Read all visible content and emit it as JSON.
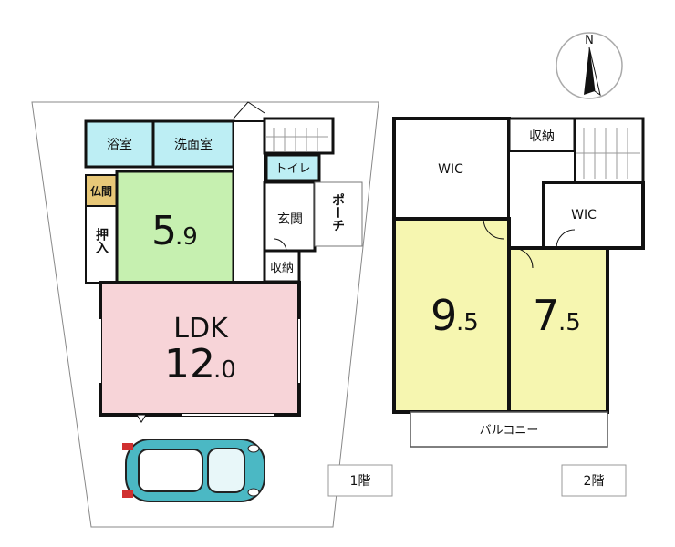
{
  "compass": {
    "north_label": "N"
  },
  "floor1": {
    "floor_label": "1階",
    "rooms": {
      "bath": "浴室",
      "washroom": "洗面室",
      "toilet": "トイレ",
      "butsuma": "仏間",
      "oshiire": "押入",
      "japanese_room_size_main": "5",
      "japanese_room_size_decimal": ".9",
      "genkan": "玄関",
      "porch": "ポーチ",
      "storage": "収納",
      "ldk_name": "LDK",
      "ldk_size_main": "12",
      "ldk_size_decimal": ".0"
    }
  },
  "floor2": {
    "floor_label": "2階",
    "rooms": {
      "wic_left": "WIC",
      "storage": "収納",
      "wic_right": "WIC",
      "bedroom1_size_main": "9",
      "bedroom1_size_decimal": ".5",
      "bedroom2_size_main": "7",
      "bedroom2_size_decimal": ".5",
      "balcony": "バルコニー"
    }
  },
  "colors": {
    "bath": "#bdeef4",
    "washroom": "#bdeef4",
    "toilet": "#bdeef4",
    "japanese_room": "#c6f0b0",
    "butsuma": "#e8c878",
    "ldk": "#f7d4d8",
    "bedroom": "#f6f6b0",
    "wall": "#111111",
    "car": "#4bb8c4"
  }
}
